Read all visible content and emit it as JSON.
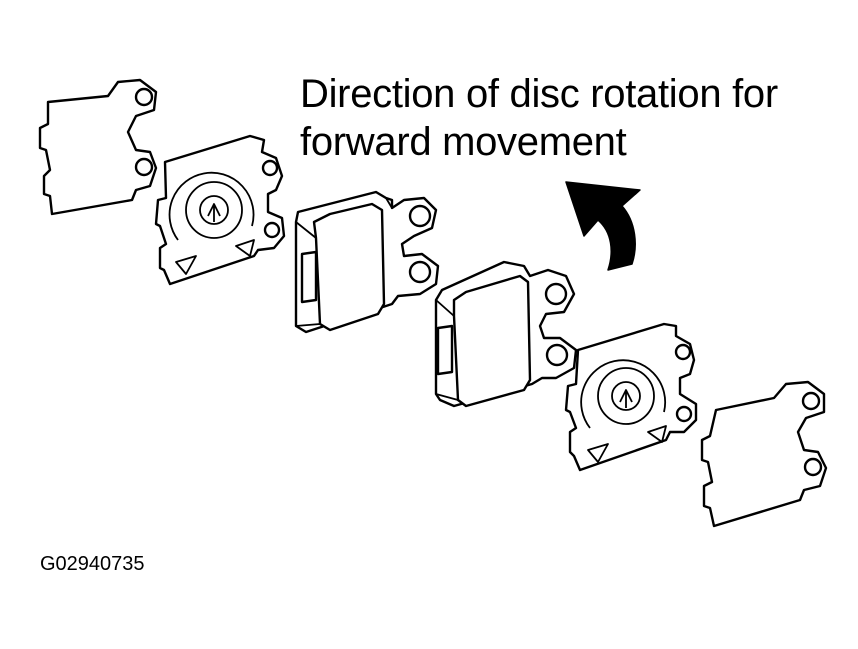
{
  "caption": {
    "line1": "Direction of disc rotation for",
    "line2": "forward movement"
  },
  "figure_id": "G02940735",
  "arrow_color": "#000000"
}
